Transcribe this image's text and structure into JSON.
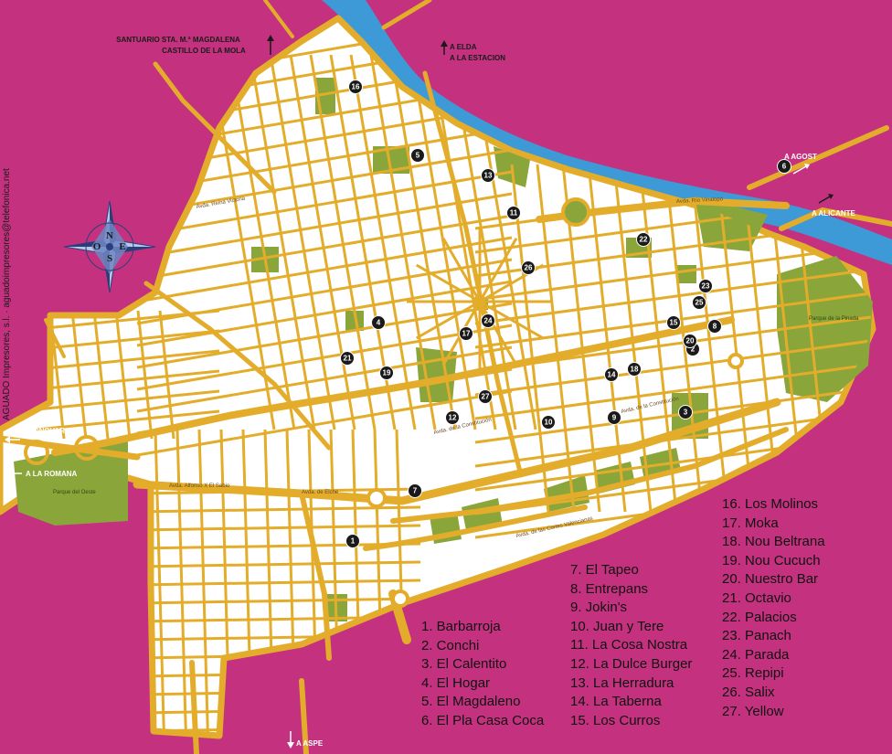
{
  "colors": {
    "background": "#c4327f",
    "block": "#ffffff",
    "road": "#e3ad2b",
    "park": "#8aa63b",
    "river": "#3e9ad6",
    "marker": "#1a1a1a"
  },
  "credit": "AGUADO Impresores, s.l. · aguadoimpresores@telefonica.net",
  "directions": [
    {
      "id": "santuario",
      "lines": [
        "SANTUARIO STA. M.ª MAGDALENA",
        "CASTILLO DE LA MOLA"
      ],
      "icon": "arrow-up-icon"
    },
    {
      "id": "elda",
      "lines": [
        "A ELDA",
        "A LA ESTACION"
      ],
      "icon": "arrow-up-icon"
    },
    {
      "id": "agost",
      "lines": [
        "A AGOST"
      ],
      "icon": "arrow-northeast-icon"
    },
    {
      "id": "alicante",
      "lines": [
        "A ALICANTE"
      ],
      "icon": "arrow-northeast-icon"
    },
    {
      "id": "monovar",
      "lines": [
        "A MONOVAR"
      ],
      "icon": "arrow-left-icon"
    },
    {
      "id": "romana",
      "lines": [
        "A LA ROMANA"
      ],
      "icon": "arrow-left-icon"
    },
    {
      "id": "aspe",
      "lines": [
        "A ASPE"
      ],
      "icon": "arrow-down-icon"
    }
  ],
  "compass": {
    "n": "N",
    "s": "S",
    "e": "E",
    "o": "O"
  },
  "streets": [
    "Avda. de la Constitución",
    "Avda. de la Constitución",
    "Avda. de Elche",
    "Avda. Alfonso X El Sabio",
    "Avda. Río Vinalopó",
    "Avda. de las Cortes Valencianas",
    "Avda. Reina Victoria"
  ],
  "parks": [
    "Parque del Oeste",
    "Parque de la Pinada"
  ],
  "markers": [
    {
      "n": "1"
    },
    {
      "n": "2"
    },
    {
      "n": "3"
    },
    {
      "n": "4"
    },
    {
      "n": "5"
    },
    {
      "n": "6"
    },
    {
      "n": "7"
    },
    {
      "n": "8"
    },
    {
      "n": "9"
    },
    {
      "n": "10"
    },
    {
      "n": "11"
    },
    {
      "n": "12"
    },
    {
      "n": "13"
    },
    {
      "n": "14"
    },
    {
      "n": "15"
    },
    {
      "n": "16"
    },
    {
      "n": "17"
    },
    {
      "n": "18"
    },
    {
      "n": "19"
    },
    {
      "n": "20"
    },
    {
      "n": "21"
    },
    {
      "n": "22"
    },
    {
      "n": "23"
    },
    {
      "n": "24"
    },
    {
      "n": "25"
    },
    {
      "n": "26"
    },
    {
      "n": "27"
    }
  ],
  "legend": [
    [
      "1. Barbarroja",
      "2. Conchi",
      "3. El Calentito",
      "4. El Hogar",
      "5. El Magdaleno",
      "6. El Pla Casa Coca"
    ],
    [
      "7. El Tapeo",
      "8. Entrepans",
      "9. Jokin's",
      "10. Juan y Tere",
      "11. La Cosa Nostra",
      "12. La Dulce Burger",
      "13. La Herradura",
      "14. La Taberna",
      "15. Los Curros"
    ],
    [
      "16. Los Molinos",
      "17. Moka",
      "18. Nou Beltrana",
      "19. Nou Cucuch",
      "20. Nuestro Bar",
      "21. Octavio",
      "22. Palacios",
      "23. Panach",
      "24. Parada",
      "25. Repipi",
      "26. Salix",
      "27. Yellow"
    ]
  ]
}
